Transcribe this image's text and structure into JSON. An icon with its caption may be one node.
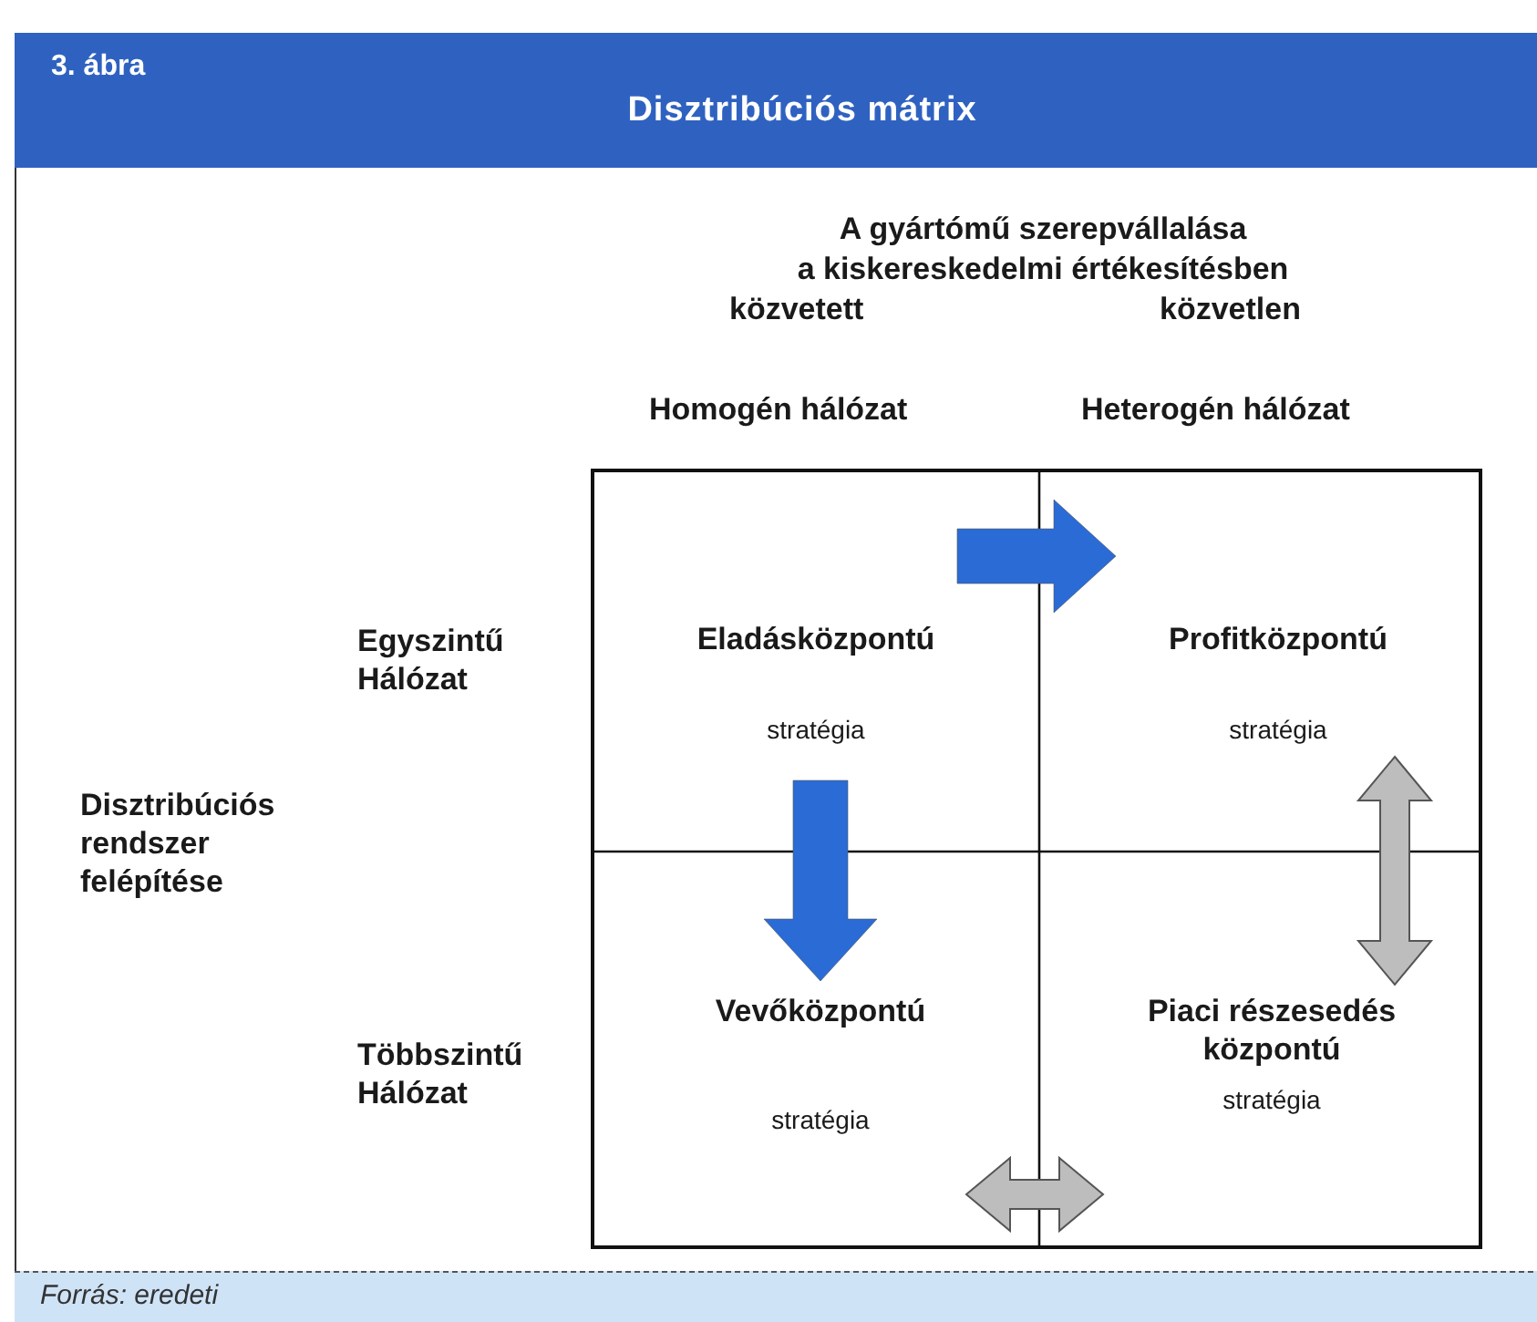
{
  "diagram": {
    "title": "Disztribúciós mátrix",
    "caption": "Forrás: eredeti",
    "nodes": [
      {
        "text": [
          "Eladásközpontú",
          "stratégia"
        ]
      },
      {
        "text": [
          "Profitközpontú",
          "stratégia"
        ]
      },
      {
        "text": [
          "Vevőközpontú",
          "stratégia"
        ]
      },
      {
        "text": [
          "Piaci részesedés központú",
          "stratégia"
        ]
      }
    ],
    "edges": [
      {
        "from": 0,
        "to": 1,
        "arrow": "to",
        "color": "#2a6bd6"
      },
      {
        "from": 0,
        "to": 2,
        "arrow": "to",
        "color": "#2a6bd6"
      },
      {
        "from": 1,
        "to": 3,
        "arrow": "both",
        "color": "#bdbdbd"
      },
      {
        "from": 2,
        "to": 3,
        "arrow": "both",
        "color": "#bdbdbd"
      }
    ],
    "labels": [
      "3. ábra",
      "A gyártómű szerepvállalása",
      "a kiskereskedelmi értékesítésben",
      "közvetett",
      "közvetlen",
      "Homogén hálózat",
      "Heterogén hálózat",
      "Egyszintű Hálózat",
      "Disztribúciós rendszer felépítése",
      "Többszintű Hálózat"
    ]
  }
}
